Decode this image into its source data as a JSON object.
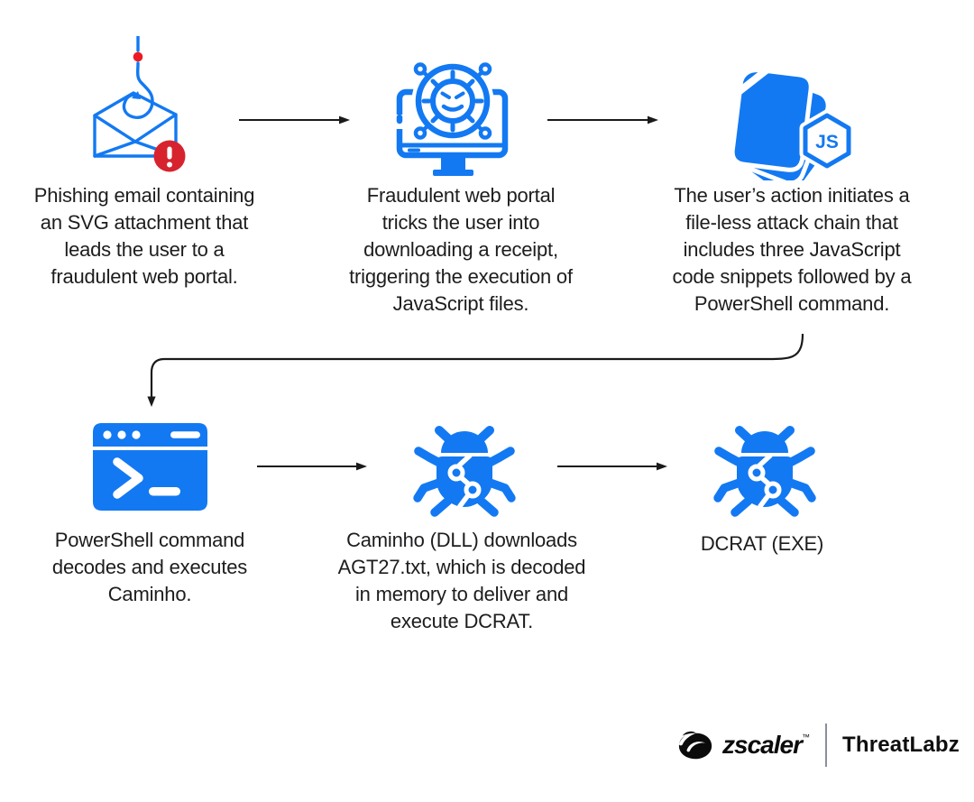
{
  "palette": {
    "icon_blue": "#1379F2",
    "alert_red": "#D7232E",
    "hook_dot_red": "#EC1C24",
    "text_ink": "#1D1D1F",
    "arrow_black": "#1A1A1A",
    "logo_black": "#0B0B0B",
    "divider_gray": "#8A8F98"
  },
  "steps": [
    {
      "icon": "phishing-email-hook-icon",
      "lines": [
        "Phishing email containing",
        "an SVG attachment that",
        "leads the user to a",
        "fraudulent web portal."
      ]
    },
    {
      "icon": "fraudulent-portal-virus-monitor-icon",
      "lines": [
        "Fraudulent web portal",
        "tricks the user into",
        "downloading a receipt,",
        "triggering the execution of",
        "JavaScript files."
      ]
    },
    {
      "icon": "javascript-files-stack-icon",
      "lines": [
        "The user’s action initiates a",
        "file-less attack chain that",
        "includes three JavaScript",
        "code snippets followed by a",
        "PowerShell command."
      ]
    },
    {
      "icon": "powershell-terminal-icon",
      "lines": [
        "PowerShell command",
        "decodes and executes",
        "Caminho."
      ]
    },
    {
      "icon": "malware-bug-icon",
      "lines": [
        "Caminho (DLL) downloads",
        "AGT27.txt, which is decoded",
        "in memory to deliver and",
        "execute DCRAT."
      ]
    },
    {
      "icon": "malware-bug-icon",
      "lines": [
        "DCRAT (EXE)"
      ]
    }
  ],
  "js_badge_label": "JS",
  "branding": {
    "vendor": "zscaler",
    "trademark": "™",
    "product": "ThreatLabz"
  }
}
